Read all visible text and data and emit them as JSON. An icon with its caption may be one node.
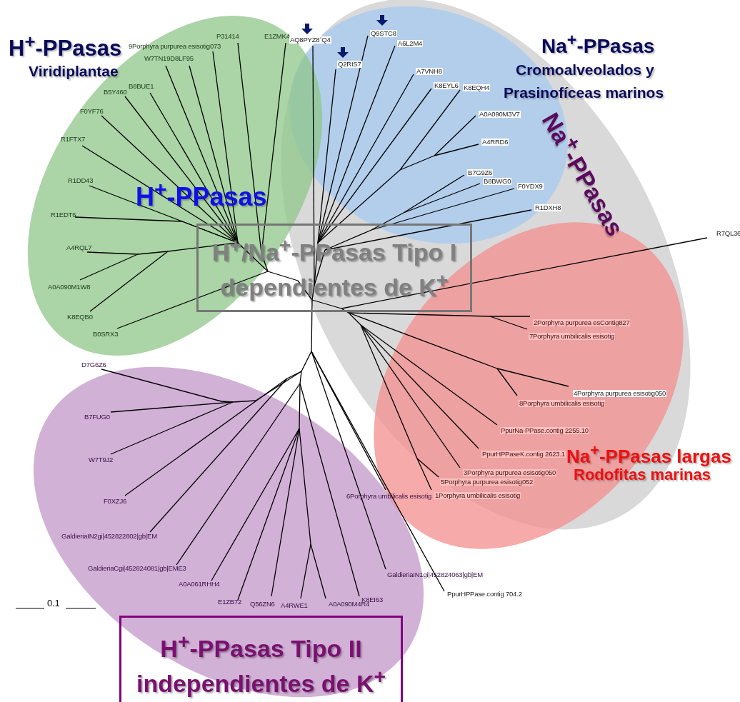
{
  "diagram": {
    "nodes": [
      {
        "text": [
          "H$^{+}$/Na$^{+}$-PPasas Tipo I dependientes de K$^{+}$"
        ]
      },
      {
        "text": [
          "H$^{+}$-PPasas Tipo II independientes de K$^{+}$"
        ]
      }
    ],
    "labels": [
      "H$^{+}$-PPasas",
      "Viridiplantae",
      "9Porphyra purpurea esisotig073",
      "P31414",
      "E1ZMK4",
      "AQ8PYZ8´Q4",
      "Q9STC8",
      "Na$^{+}$-PPasas",
      "Cromoalveolados y",
      "Prasinofíceas marinos",
      "A6L2M4",
      "Q2RIS7",
      "W7TN19D8LF95",
      "A7VNH8",
      "B8BUE1",
      "B5Y460",
      "K8EYL6",
      "K8EQH4",
      "F0YF76",
      "A0A090M3V7",
      "Na$^{+}$-PPasas",
      "R1FTX7",
      "A4RRD6",
      "B7G9Z6",
      "H$^{+}$-PPasas",
      "R1DD43",
      "B8BWG0",
      "F0YDX9",
      "R1DXH8",
      "R1EDT6",
      "R7QL36",
      "A4RQL7",
      "A0A090M1W8",
      "K8EQB0",
      "2Porphyra purpurea esContig827",
      "B0SRX3",
      "7Porphyra umbilicalis esisotig",
      "D7G6Z6",
      "4Porphyra purpurea esisotig050",
      "8Porphyra umbilicalis esisotig",
      "B7FUG0",
      "PpurNa-PPase.contig 2255.10",
      "Na$^{+}$-PPasas largas",
      "PpurHPPaseK.contig 2623.1",
      "W7T9J2",
      "Rodofitas marinas",
      "3Porphyra purpurea esisotig050",
      "5Porphyra purpurea esisotig052",
      "6Porphyra umbilicalis esisotig",
      "1Porphyra umbilicalis esisotig",
      "F0XZJ6",
      "GaldieriaIN2gi|452822802|gb|EM",
      "GaldieriaCgi|452824081|gb|EME3",
      "GaldieriaIN1gi|452824063|gb|EM",
      "A0A061RHH4",
      "PpurHPPase.contig 704.2",
      "K8EI63",
      "A0A090M4R4",
      "E1ZB72",
      "Q56ZN6",
      "A4RWE1",
      "0.1"
    ]
  }
}
